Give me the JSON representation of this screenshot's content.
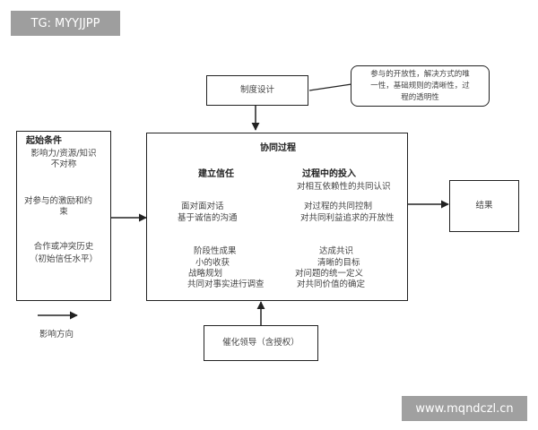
{
  "tag": "TG: MYYJJPP",
  "watermark": "www.mqndczl.cn",
  "institution_box": {
    "label": "制度设计"
  },
  "note_box": {
    "lines": [
      "参与的开放性，解决方式的唯",
      "一性，基础规则的清晰性，过",
      "程的透明性"
    ]
  },
  "start_box": {
    "title": "起始条件",
    "line1": "影响力/资源/知识",
    "line2": "不对称",
    "line3": "对参与的激励和约",
    "line4": "束",
    "line5": "合作或冲突历史",
    "line6": "（初始信任水平）"
  },
  "process_box": {
    "title": "协同过程",
    "trust": {
      "title": "建立信任"
    },
    "dialog": {
      "line1": "面对面对话",
      "line2": "基于诚信的沟通"
    },
    "commit": {
      "title": "过程中的投入",
      "line1": "对相互依赖性的共同认识",
      "line2": "对过程的共同控制",
      "line3": "对共同利益追求的开放性"
    },
    "consensus": {
      "line1": "达成共识",
      "line2": "清晰的目标",
      "line3": "对问题的统一定义",
      "line4": "对共同价值的确定"
    },
    "outcomes": {
      "line1": "阶段性成果",
      "line2": "小的收获",
      "line3": "战略规划",
      "line4": "共同对事实进行调查"
    }
  },
  "result_box": {
    "label": "结果"
  },
  "leader_box": {
    "label": "催化领导（含授权）"
  },
  "legend": {
    "label": "影响方向"
  }
}
